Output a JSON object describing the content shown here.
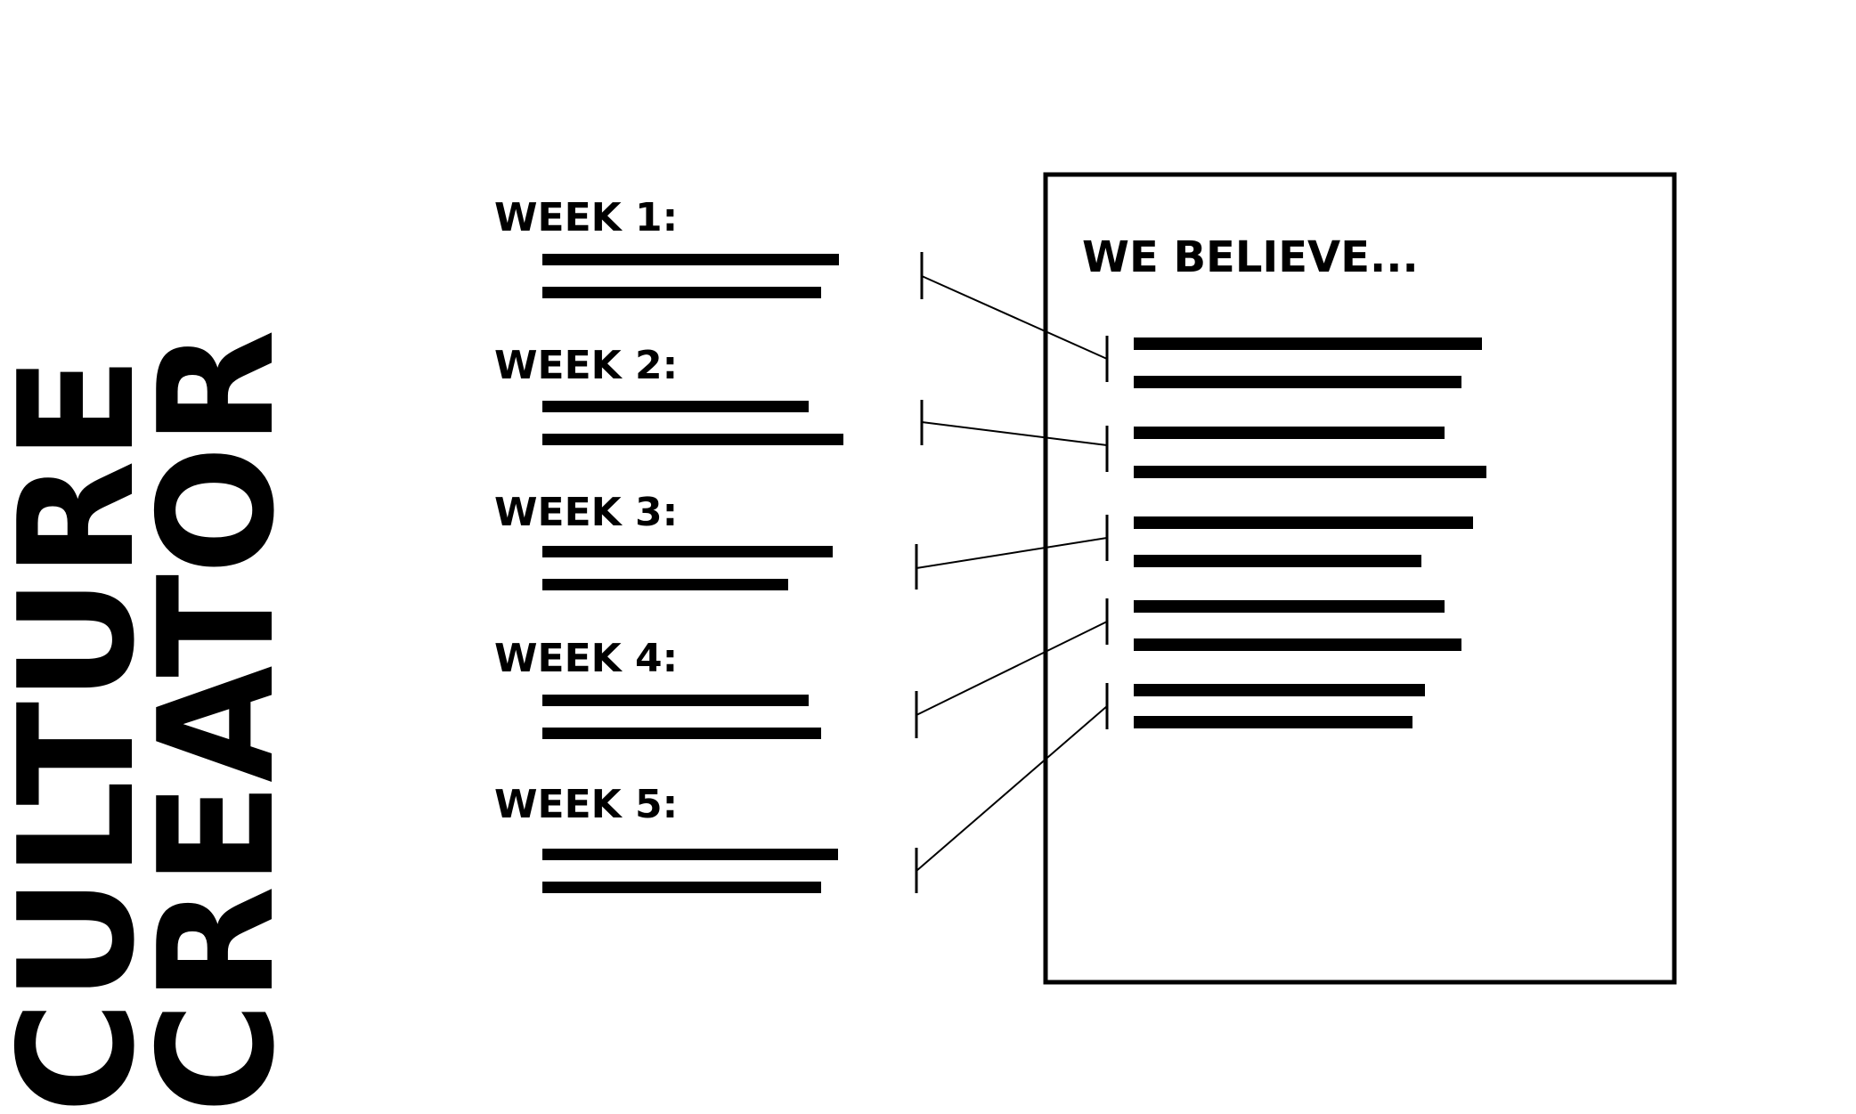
{
  "title": {
    "line1": "CULTURE",
    "line2": "CREATOR"
  },
  "weeks": [
    {
      "label": "WEEK 1:"
    },
    {
      "label": "WEEK 2:"
    },
    {
      "label": "WEEK 3:"
    },
    {
      "label": "WEEK 4:"
    },
    {
      "label": "WEEK 5:"
    }
  ],
  "document": {
    "heading": "WE BELIEVE..."
  },
  "colors": {
    "ink": "#000000",
    "background": "#ffffff"
  }
}
